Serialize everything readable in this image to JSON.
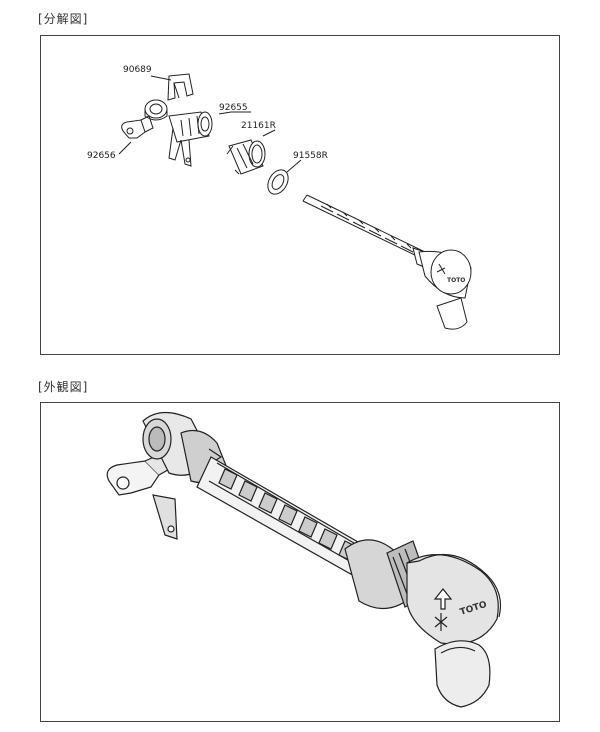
{
  "exploded": {
    "title": "[分解図]",
    "parts": {
      "p90689": "90689",
      "p92655": "92655",
      "p21161R": "21161R",
      "p91558R": "91558R",
      "p92656": "92656"
    },
    "brand_small": "TOTO"
  },
  "exterior": {
    "title": "[外観図]",
    "brand": "TOTO"
  }
}
